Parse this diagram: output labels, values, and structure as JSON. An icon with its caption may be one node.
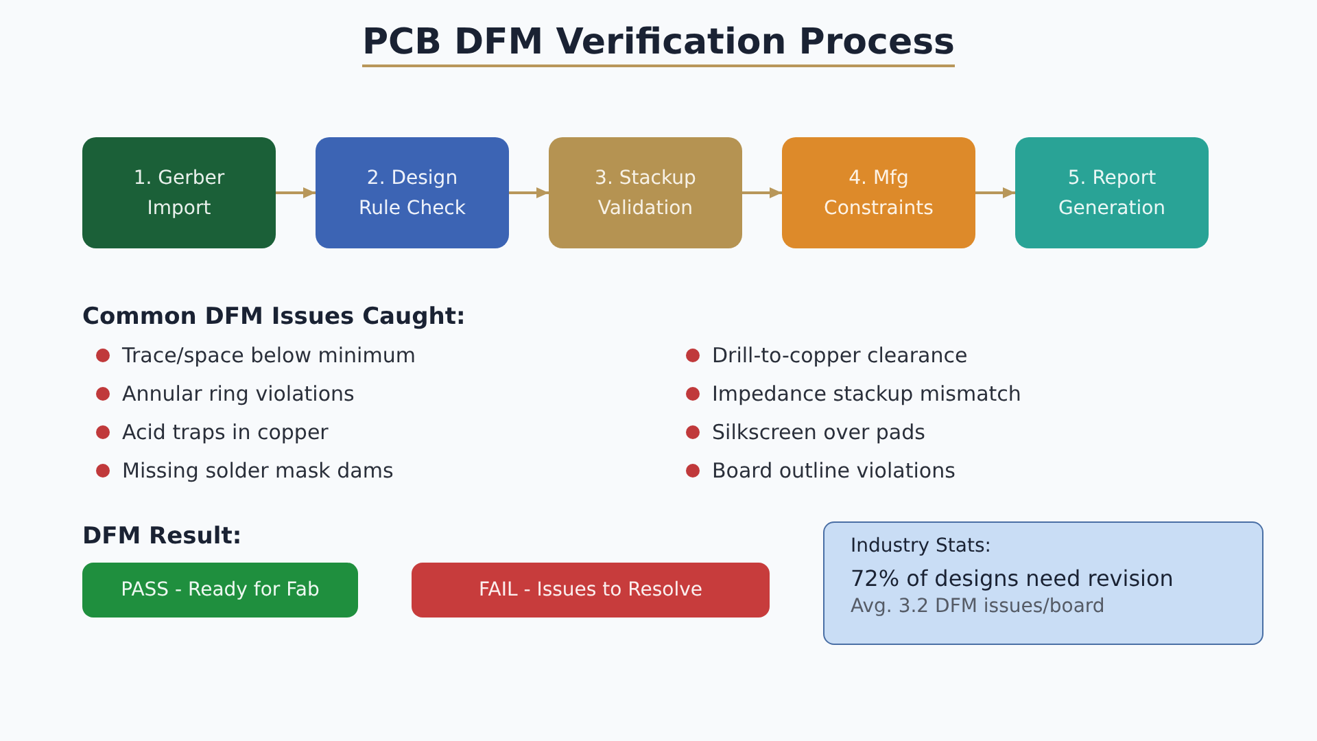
{
  "diagram": {
    "title": "PCB DFM Verification Process",
    "nodes": [
      {
        "text": [
          "1. Gerber Import"
        ]
      },
      {
        "text": [
          "2. Design Rule Check"
        ]
      },
      {
        "text": [
          "3. Stackup Validation"
        ]
      },
      {
        "text": [
          "4. Mfg Constraints"
        ]
      },
      {
        "text": [
          "5. Report Generation"
        ]
      },
      {
        "text": [
          "PASS - Ready for Fab"
        ]
      },
      {
        "text": [
          "FAIL - Issues to Resolve"
        ]
      },
      {
        "text": [
          "Industry Stats:",
          "72% of designs need revision",
          "Avg. 3.2 DFM issues/board"
        ]
      }
    ],
    "edges": [
      {
        "from": 0,
        "to": 1,
        "arrow": "to"
      },
      {
        "from": 1,
        "to": 2,
        "arrow": "to"
      },
      {
        "from": 2,
        "to": 3,
        "arrow": "to"
      },
      {
        "from": 3,
        "to": 4,
        "arrow": "to"
      }
    ],
    "labels": [
      "Common DFM Issues Caught:",
      "Trace/space below minimum",
      "Annular ring violations",
      "Acid traps in copper",
      "Missing solder mask dams",
      "Drill-to-copper clearance",
      "Impedance stackup mismatch",
      "Silkscreen over pads",
      "Board outline violations",
      "DFM Result:"
    ]
  }
}
